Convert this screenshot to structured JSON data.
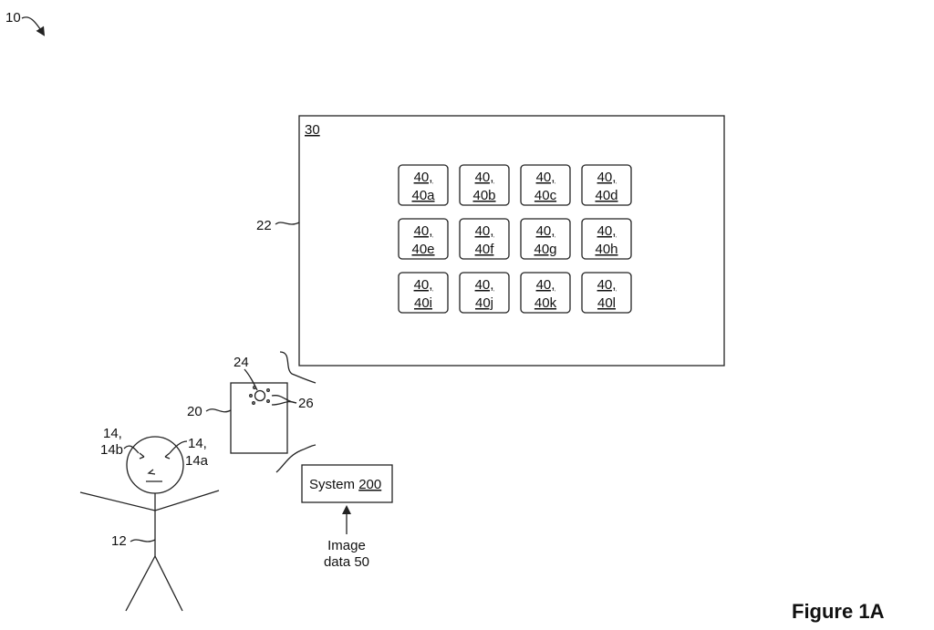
{
  "figure": {
    "ref_10": "10",
    "caption": "Figure 1A"
  },
  "screen": {
    "ref_22": "22",
    "ref_30": "30",
    "tiles": [
      {
        "line1": "40,",
        "line2": "40a"
      },
      {
        "line1": "40,",
        "line2": "40b"
      },
      {
        "line1": "40,",
        "line2": "40c"
      },
      {
        "line1": "40,",
        "line2": "40d"
      },
      {
        "line1": "40,",
        "line2": "40e"
      },
      {
        "line1": "40,",
        "line2": "40f"
      },
      {
        "line1": "40,",
        "line2": "40g"
      },
      {
        "line1": "40,",
        "line2": "40h"
      },
      {
        "line1": "40,",
        "line2": "40i"
      },
      {
        "line1": "40,",
        "line2": "40j"
      },
      {
        "line1": "40,",
        "line2": "40k"
      },
      {
        "line1": "40,",
        "line2": "40l"
      }
    ]
  },
  "device": {
    "ref_20": "20",
    "ref_24": "24",
    "ref_26": "26"
  },
  "system": {
    "label": "System ",
    "number": "200",
    "input_line1": "Image",
    "input_line2": "data 50"
  },
  "person": {
    "ref_12": "12",
    "eye_b_line1": "14,",
    "eye_b_line2": "14b",
    "eye_a_line1": "14,",
    "eye_a_line2": "14a"
  }
}
